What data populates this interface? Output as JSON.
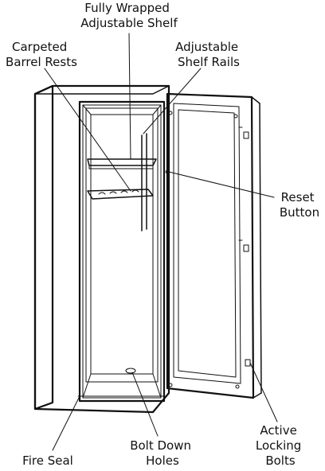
{
  "labels": {
    "fully_wrapped_shelf": [
      "Fully Wrapped",
      "Adjustable Shelf"
    ],
    "carpeted_barrel_rests": [
      "Carpeted",
      "Barrel Rests"
    ],
    "adjustable_shelf_rails": [
      "Adjustable",
      "Shelf Rails"
    ],
    "reset_button": [
      "Reset",
      "Button"
    ],
    "fire_seal": [
      "Fire Seal"
    ],
    "bolt_down_holes": [
      "Bolt Down",
      "Holes"
    ],
    "active_locking_bolts": [
      "Active",
      "Locking",
      "Bolts"
    ]
  },
  "colors": {
    "line": "#111111",
    "background": "#ffffff"
  }
}
